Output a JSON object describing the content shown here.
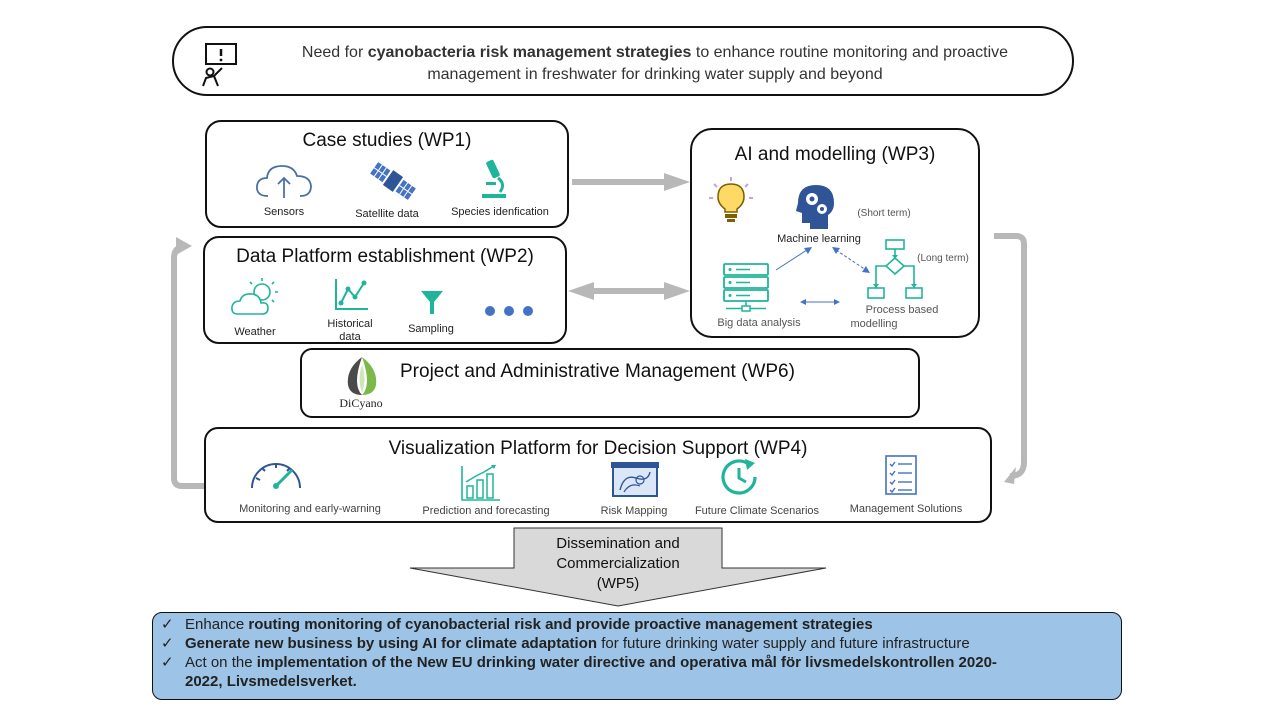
{
  "header": {
    "pre": "Need for ",
    "bold": "cyanobacteria risk management strategies",
    "line1_post": " to enhance routine monitoring and proactive",
    "line2": "management in freshwater for drinking water supply and beyond"
  },
  "wp1": {
    "title": "Case studies (WP1)",
    "items": [
      "Sensors",
      "Satellite data",
      "Species idenfication"
    ]
  },
  "wp2": {
    "title": "Data Platform establishment (WP2)",
    "items": [
      "Weather",
      "Historical",
      "data",
      "Sampling"
    ]
  },
  "wp3": {
    "title": "AI and modelling (WP3)",
    "short_term": "(Short term)",
    "long_term": "(Long term)",
    "machine_learning": "Machine learning",
    "big_data": "Big data analysis",
    "process_1": "Process based",
    "process_2": "modelling"
  },
  "wp6": {
    "title": "Project and Administrative Management (WP6)",
    "logo_text": "DiCyano"
  },
  "wp4": {
    "title": "Visualization Platform for Decision Support (WP4)",
    "items": [
      "Monitoring and early-warning",
      "Prediction and forecasting",
      "Risk Mapping",
      "Future Climate Scenarios",
      "Management Solutions"
    ]
  },
  "wp5": {
    "line1": "Dissemination and",
    "line2": "Commercialization",
    "line3": "(WP5)"
  },
  "outcomes": {
    "check": "✓",
    "b1_pre": "Enhance ",
    "b1_bold": "routing monitoring of cyanobacterial risk and provide proactive management strategies",
    "b2_bold": "Generate new business by using AI for climate adaptation",
    "b2_post": " for future drinking water supply and future infrastructure",
    "b3_pre": "Act on the ",
    "b3_bold1": "implementation of the New EU drinking water directive and operativa mål för livsmedelskontrollen 2020-",
    "b3_bold2": "2022, Livsmedelsverket."
  },
  "colors": {
    "teal": "#1fb59a",
    "blue": "#4472c4",
    "grey_arrow": "#b8b8b8",
    "outcome_fill": "#9dc3e6",
    "wp5_fill": "#d9d9d9"
  }
}
